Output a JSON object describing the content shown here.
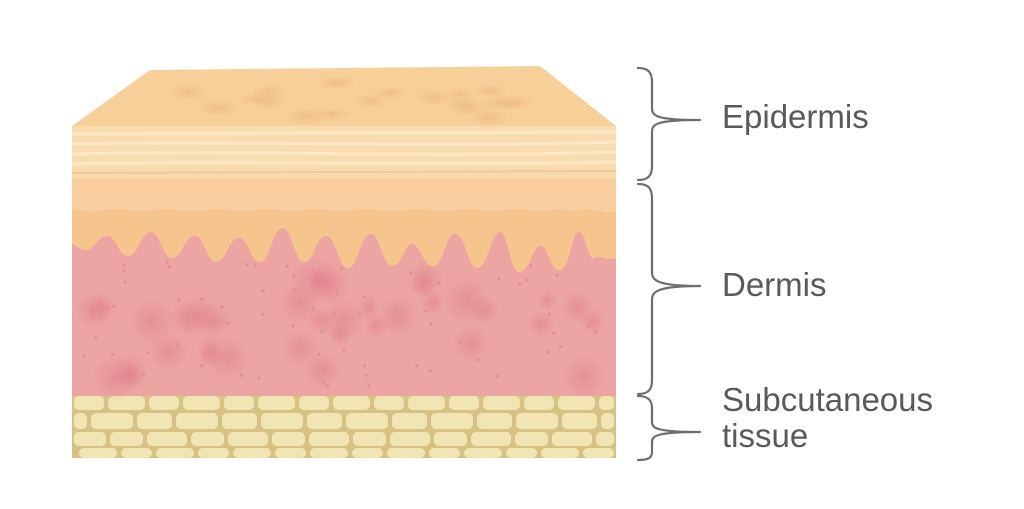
{
  "labels": {
    "epidermis": "Epidermis",
    "dermis": "Dermis",
    "subcutaneous_line1": "Subcutaneous",
    "subcutaneous_line2": "tissue"
  },
  "colors": {
    "text": "#58595b",
    "bracket": "#6d6e70",
    "epidermis_top": "#f6cf98",
    "epidermis_spots": "#efbe86",
    "stratum_lines": "#fbe3bc",
    "stratum_fill": "#f7d7a9",
    "papillary": "#f6c690",
    "dermis": "#eca6a3",
    "dermis_spots": "#e58d93",
    "fat_bg": "#d9c486",
    "fat_cells": "#f1e6b3"
  }
}
